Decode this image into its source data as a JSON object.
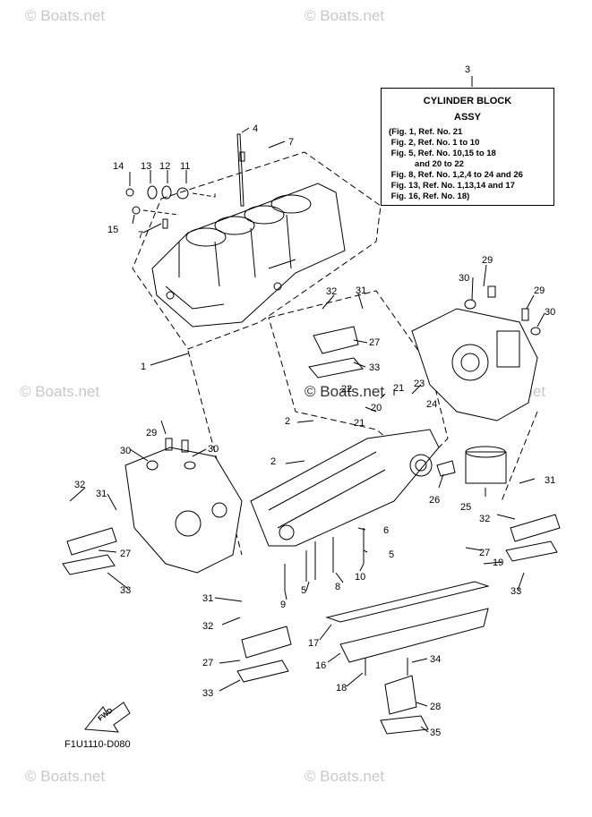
{
  "watermarks": [
    "© Boats.net",
    "© Boats.net",
    "© Boats.net",
    "© Boats.net",
    "© Boats.net",
    "© Boats.net",
    "© Boats.net"
  ],
  "info_box": {
    "ref": "3",
    "title_line1": "CYLINDER BLOCK",
    "title_line2": "ASSY",
    "lines": [
      "(Fig. 1, Ref. No. 21",
      " Fig. 2, Ref. No. 1 to 10",
      " Fig. 5, Ref. No. 10,15 to 18",
      "           and 20 to 22",
      " Fig. 8, Ref. No. 1,2,4 to 24 and 26",
      " Fig. 13, Ref. No. 1,13,14 and 17",
      " Fig. 16, Ref. No. 18)"
    ]
  },
  "fwd_label": "FWD",
  "diagram_code": "F1U1110-D080",
  "callouts": [
    "4",
    "7",
    "14",
    "13",
    "12",
    "11",
    "15",
    "7",
    "1",
    "29",
    "30",
    "29",
    "30",
    "32",
    "31",
    "27",
    "33",
    "22",
    "21",
    "23",
    "20",
    "24",
    "21",
    "2",
    "29",
    "30",
    "30",
    "2",
    "26",
    "25",
    "32",
    "31",
    "31",
    "32",
    "27",
    "27",
    "33",
    "6",
    "5",
    "5",
    "8",
    "10",
    "19",
    "9",
    "33",
    "31",
    "32",
    "27",
    "33",
    "17",
    "16",
    "34",
    "18",
    "28",
    "35"
  ]
}
